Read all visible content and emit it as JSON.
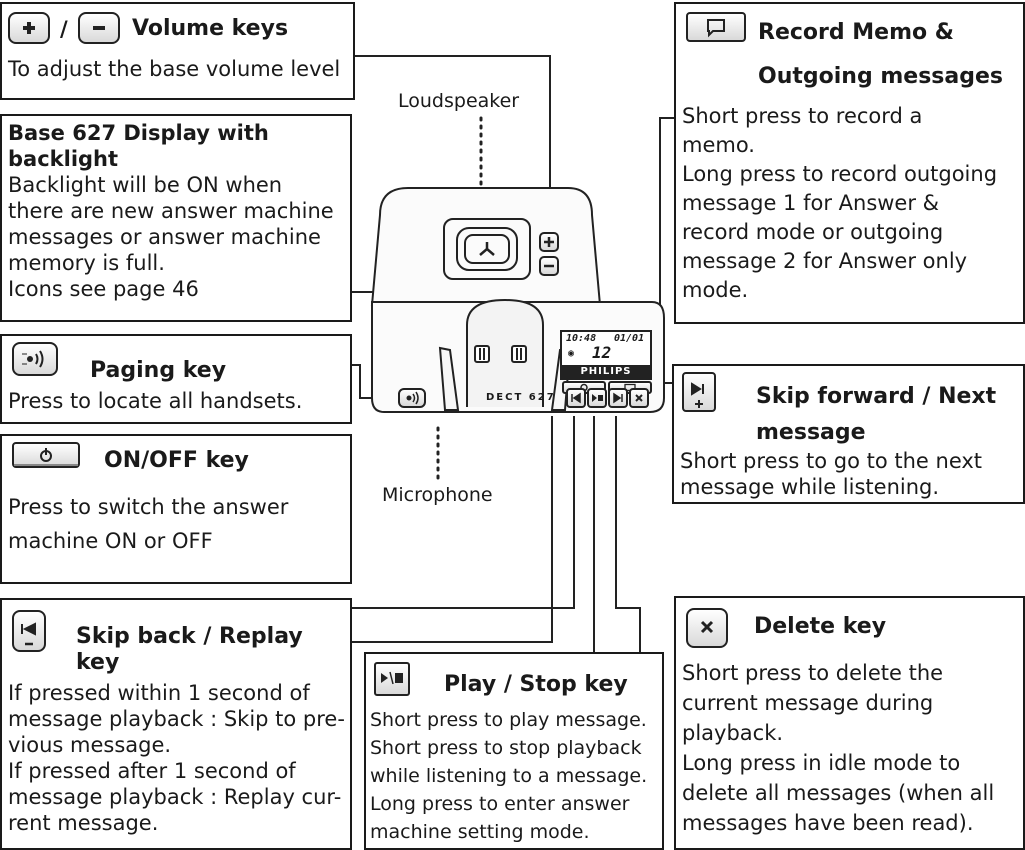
{
  "device": {
    "brand_label": "PHILIPS",
    "model_label": "DECT 627",
    "lcd_time": "10:48",
    "lcd_date": "01/01",
    "lcd_count": "12"
  },
  "labels": {
    "loudspeaker": "Loudspeaker",
    "microphone": "Microphone"
  },
  "volume": {
    "separator": "/",
    "title": "Volume keys",
    "desc": "To adjust the base volume level"
  },
  "display": {
    "title": "Base 627 Display with\nbacklight",
    "desc": "Backlight will be ON when\nthere are new answer machine\nmessages or answer machine\nmemory is full.\nIcons see page 46"
  },
  "paging": {
    "title": "Paging key",
    "desc": "Press to locate all handsets."
  },
  "onoff": {
    "title": "ON/OFF key",
    "desc": "Press to switch the answer\nmachine ON or OFF"
  },
  "skipback": {
    "title": "Skip back / Replay\nkey",
    "desc": "If pressed within 1 second of\nmessage playback : Skip to pre-\nvious message.\nIf pressed after 1 second of\nmessage playback : Replay cur-\nrent message."
  },
  "playstop": {
    "title": "Play / Stop key",
    "desc": "Short press to play message.\nShort press to stop playback\nwhile listening to a message.\nLong press to enter answer\nmachine setting mode."
  },
  "delete": {
    "title": "Delete key",
    "desc": "Short press to delete the\ncurrent message during\nplayback.\nLong press in idle mode to\ndelete all messages (when all\nmessages have been read)."
  },
  "record": {
    "title": "Record Memo &\n\nOutgoing messages",
    "desc": "Short press to record a\nmemo.\nLong press to record outgoing\nmessage 1 for Answer &\nrecord mode or outgoing\nmessage 2 for Answer only\nmode."
  },
  "skipfwd": {
    "title": "Skip forward / Next\n\nmessage",
    "desc": "Short press to go to the next\nmessage while listening."
  }
}
